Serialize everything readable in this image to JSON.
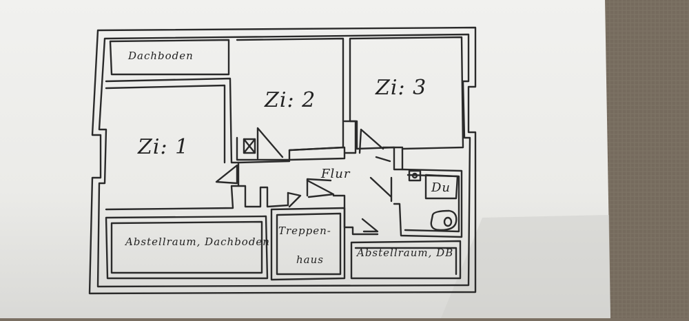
{
  "labels": {
    "dachboden_top": "Dachboden",
    "zi1": "Zi: 1",
    "zi2": "Zi: 2",
    "zi3": "Zi: 3",
    "flur": "Flur",
    "du": "Du",
    "abstell_left": "Abstellraum, Dachboden",
    "treppen_line1": "Treppen-",
    "treppen_line2": "haus",
    "abstell_right": "Abstellraum, DB"
  }
}
